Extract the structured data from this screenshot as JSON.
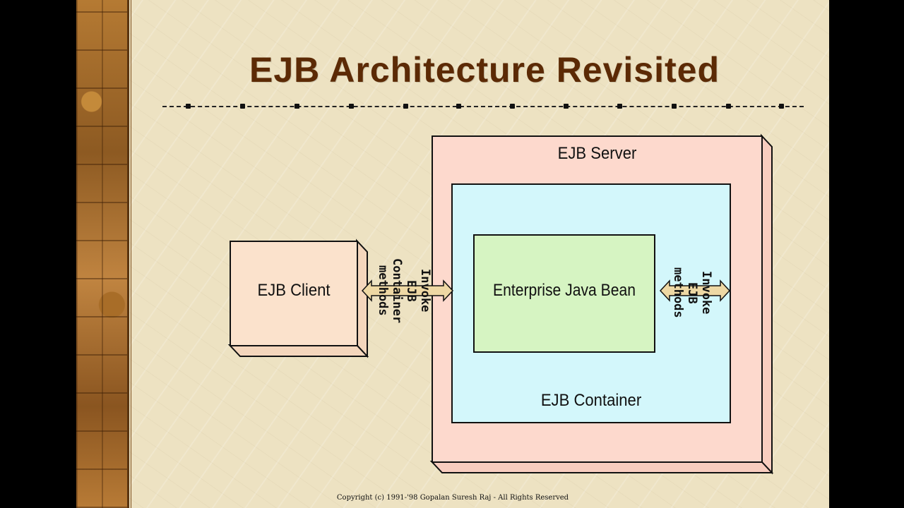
{
  "slide": {
    "title": "EJB Architecture Revisited",
    "footer": "Copyright (c) 1991-'98 Gopalan Suresh Raj - All Rights Reserved"
  },
  "diagram": {
    "server_label": "EJB Server",
    "container_label": "EJB Container",
    "bean_label": "Enterprise Java Bean",
    "client_label": "EJB Client",
    "client_arrow_label": "Invoke\nEJB\nContainer\nmethods",
    "bean_arrow_label": "Invoke\nEJB\nmethods"
  },
  "colors": {
    "title": "#5c2a05",
    "server_fill": "#fdd9cd",
    "container_fill": "#d3f7fb",
    "bean_fill": "#d6f4c2",
    "client_fill": "#fbe2cc",
    "arrow_fill": "#eed8a4"
  }
}
